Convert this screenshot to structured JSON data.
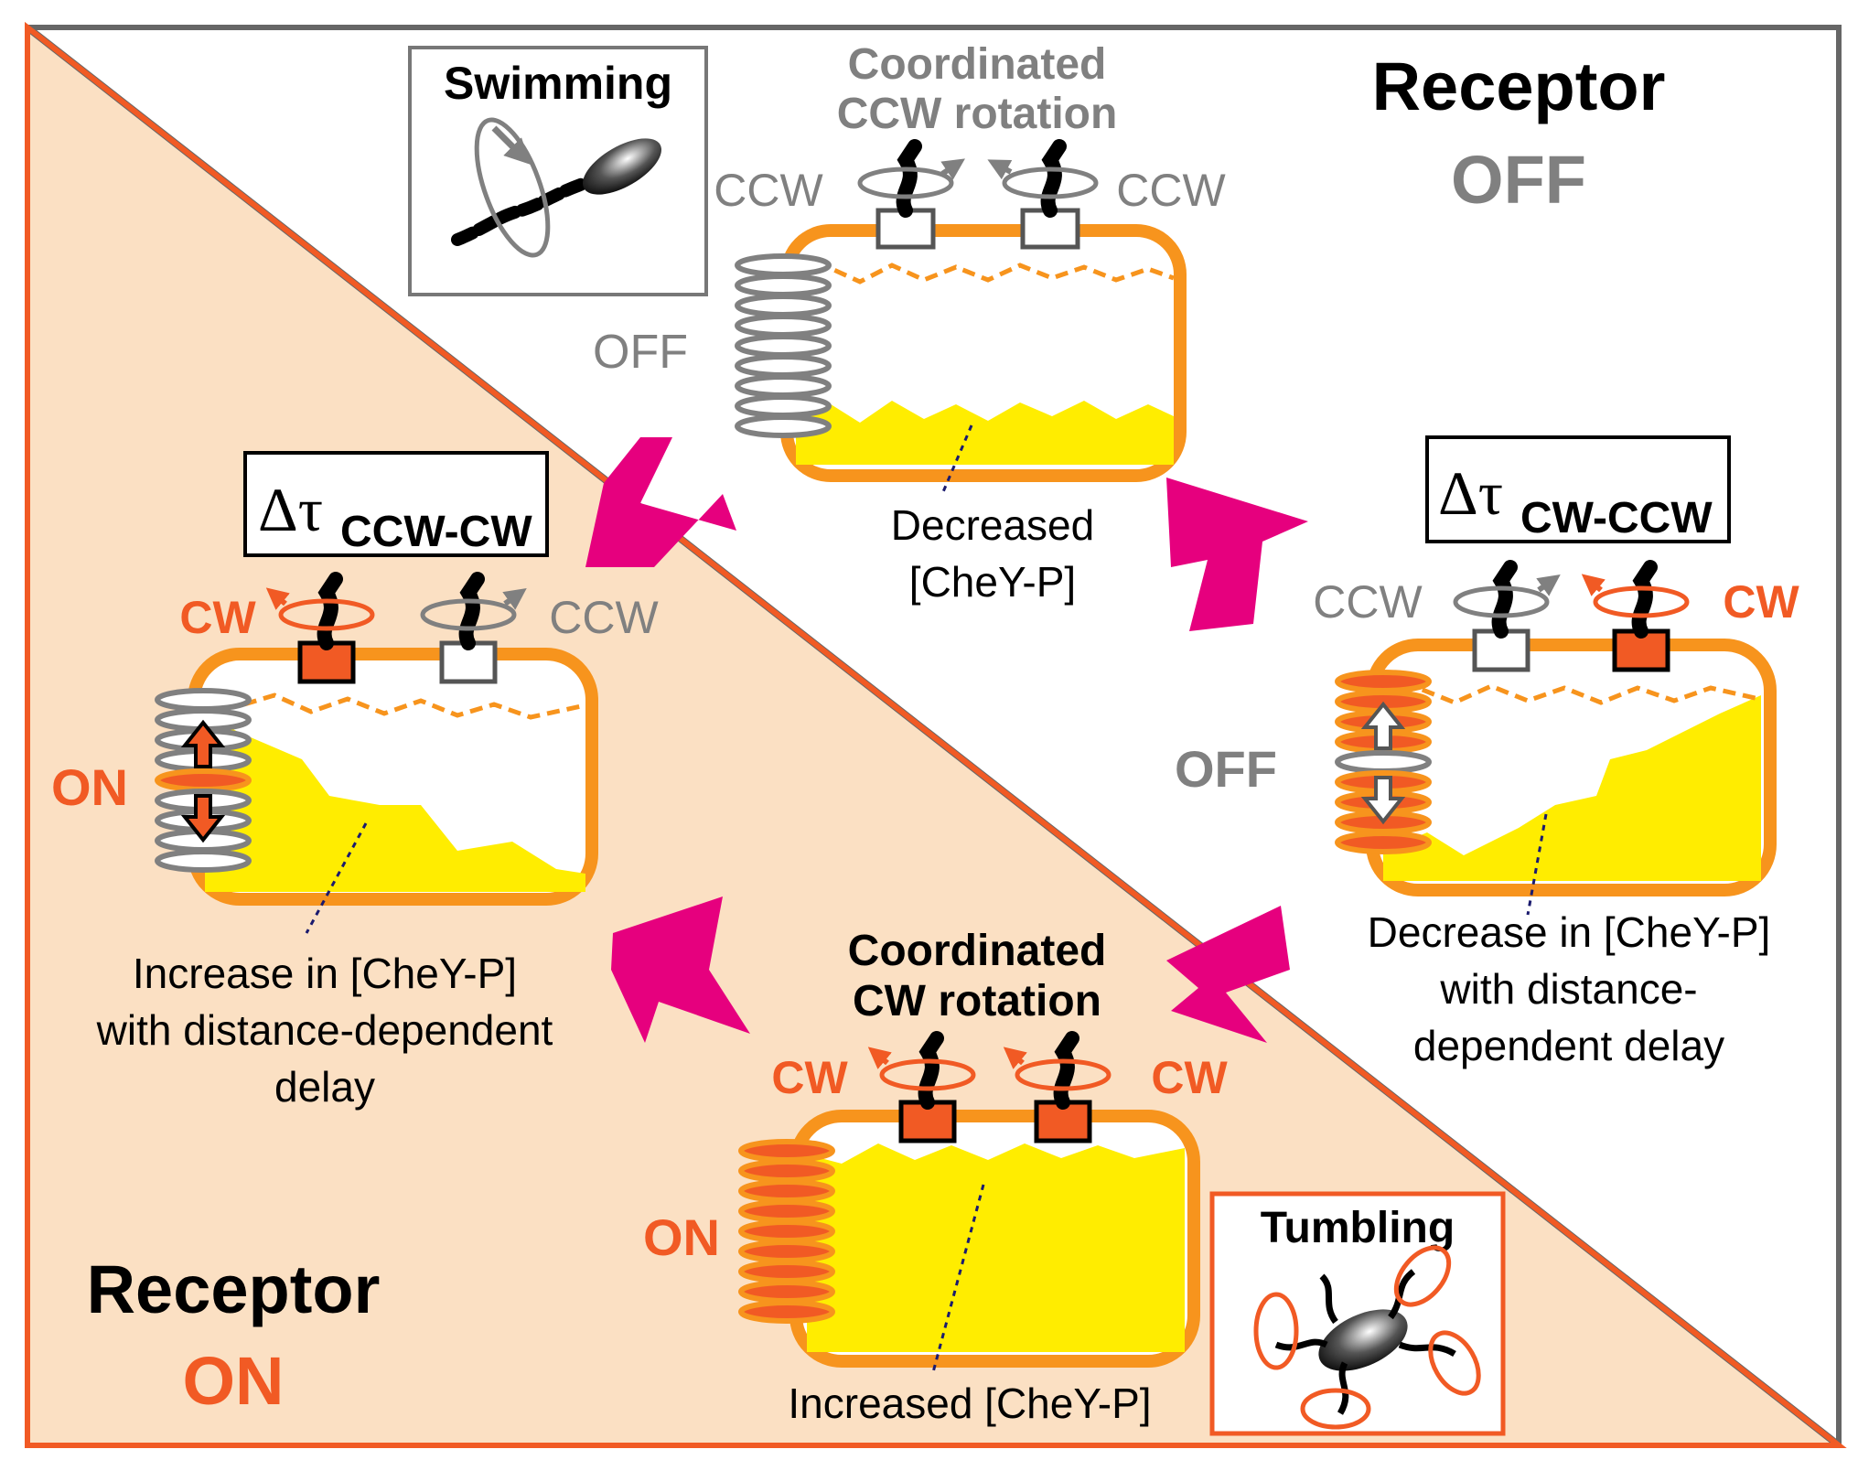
{
  "colors": {
    "orange": "#f15a24",
    "cell_border": "#f7941d",
    "peach": "#fbe0c3",
    "yellow": "#ffed00",
    "magenta": "#e6007e",
    "gray": "#808080",
    "dark": "#000000"
  },
  "corners": {
    "receptor_off_title": "Receptor",
    "receptor_off_state": "OFF",
    "receptor_on_title": "Receptor",
    "receptor_on_state": "ON"
  },
  "insets": {
    "swimming_label": "Swimming",
    "swimming_icon": "bacterium-swimming-icon",
    "tumbling_label": "Tumbling",
    "tumbling_icon": "bacterium-tumbling-icon"
  },
  "cells": {
    "top": {
      "heading_line1": "Coordinated",
      "heading_line2": "CCW rotation",
      "motor_left_label": "CCW",
      "motor_right_label": "CCW",
      "cluster_label": "OFF",
      "caption_line1": "Decreased",
      "caption_line2": "[CheY-P]"
    },
    "left": {
      "delay_symbol": "Δτ",
      "delay_subscript": "CCW-CW",
      "motor_left_label": "CW",
      "motor_right_label": "CCW",
      "cluster_label": "ON",
      "caption_line1": "Increase in [CheY-P]",
      "caption_line2": "with distance-dependent",
      "caption_line3": "delay"
    },
    "right": {
      "delay_symbol": "Δτ",
      "delay_subscript": "CW-CCW",
      "motor_left_label": "CCW",
      "motor_right_label": "CW",
      "cluster_label": "OFF",
      "caption_line1": "Decrease in [CheY-P]",
      "caption_line2": "with distance-",
      "caption_line3": "dependent delay"
    },
    "bottom": {
      "heading_line1": "Coordinated",
      "heading_line2": "CW rotation",
      "motor_left_label": "CW",
      "motor_right_label": "CW",
      "cluster_label": "ON",
      "caption_line1": "Increased [CheY-P]"
    }
  }
}
